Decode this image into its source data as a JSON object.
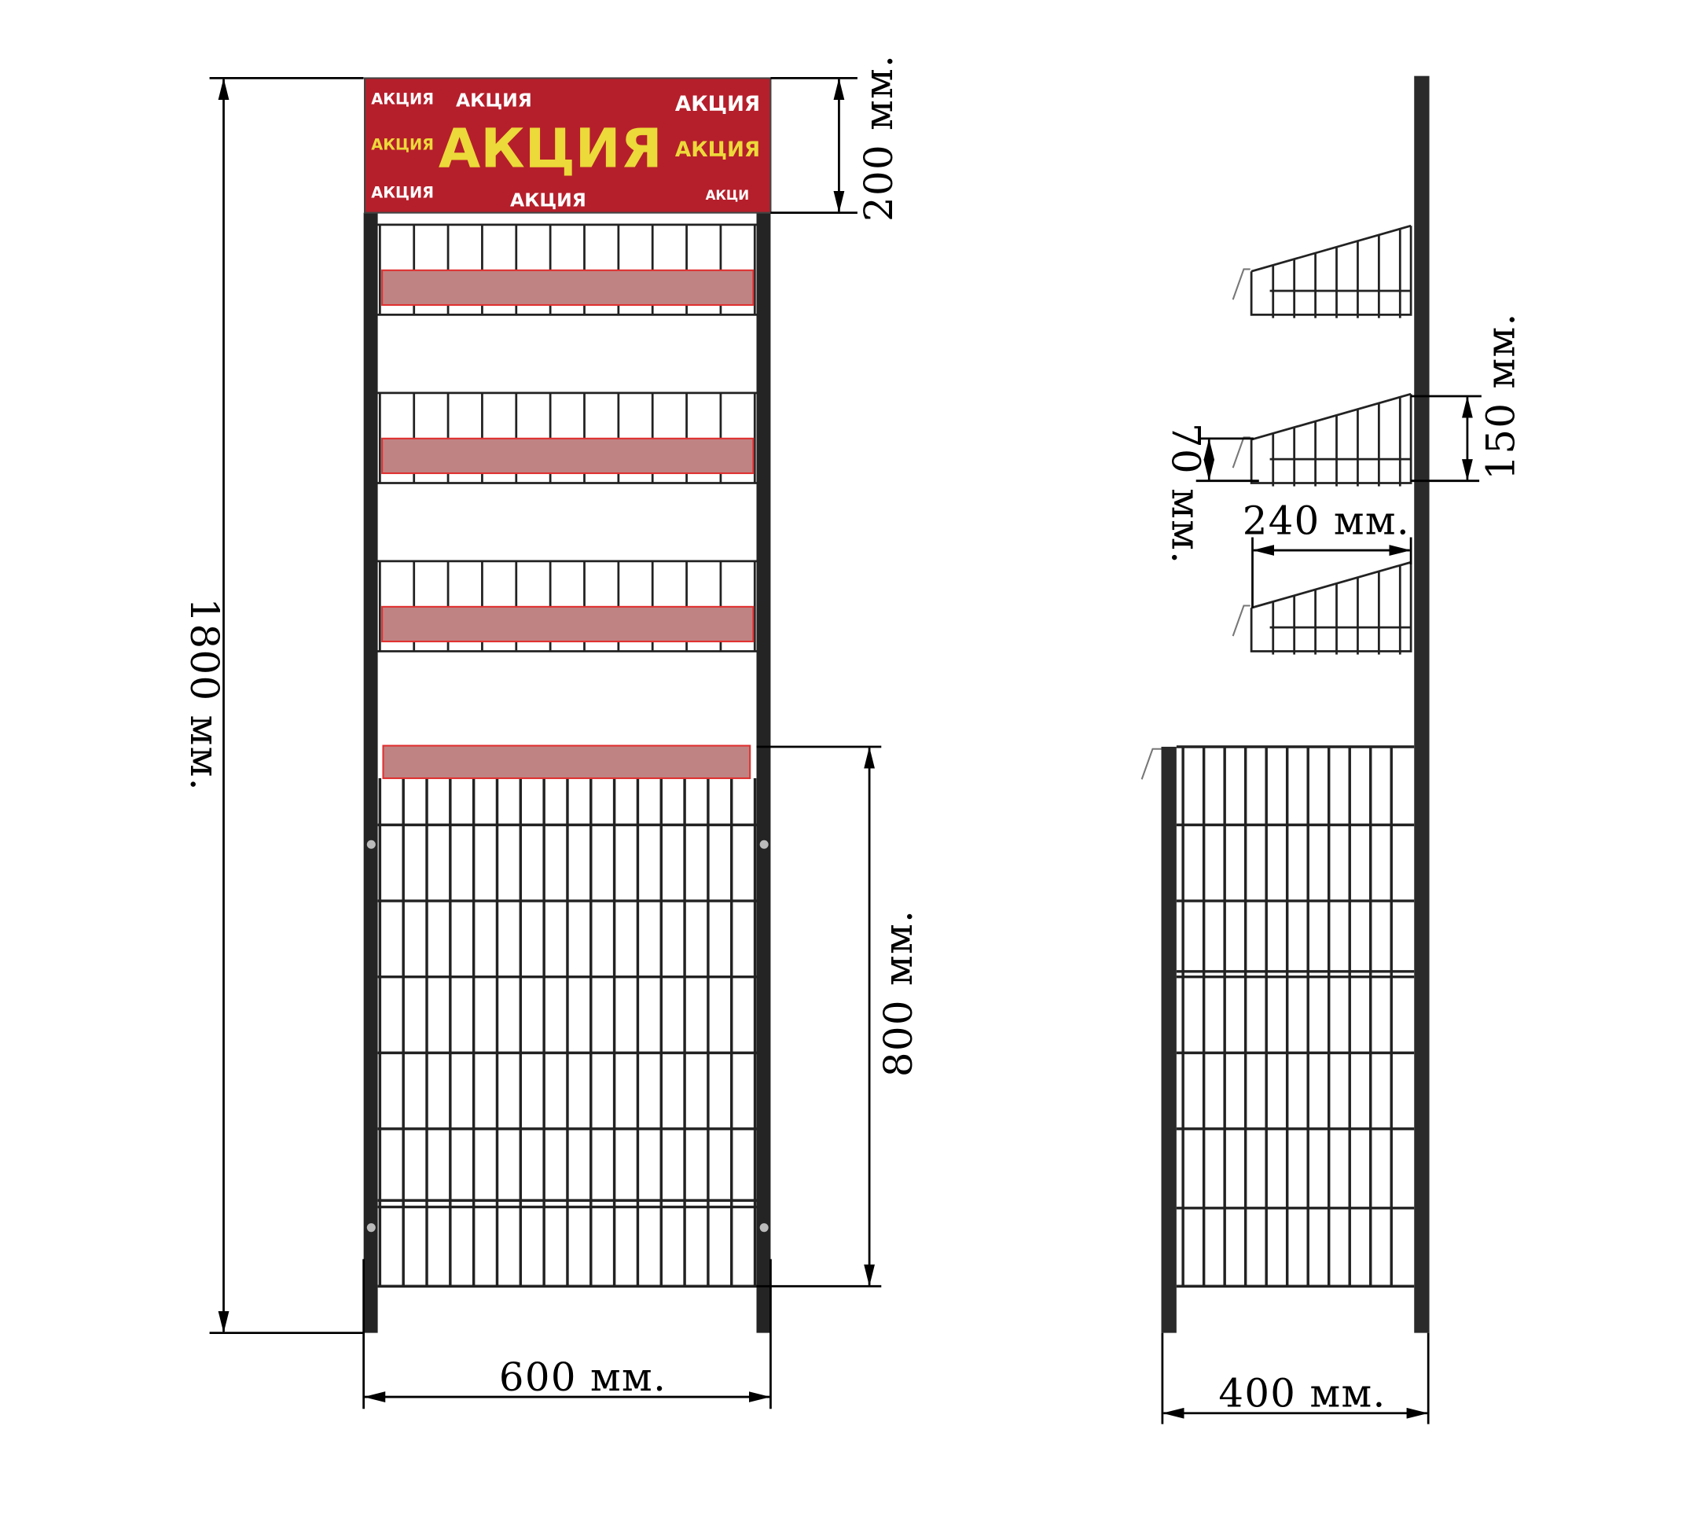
{
  "banner": {
    "word": "АКЦИЯ",
    "partial": "АКЦИ",
    "background_color": "#b51f2b",
    "primary_text_color": "#ecd93a",
    "secondary_text_color": "#ffffff"
  },
  "colors": {
    "frame": "#2a2a2a",
    "price_strip": "#c08383",
    "price_strip_border": "#e03030"
  },
  "front_view": {
    "shelf_count": 3,
    "height_label": "1800 мм.",
    "banner_height_label": "200 мм.",
    "lower_section_label": "800 мм.",
    "width_label": "600 мм."
  },
  "side_view": {
    "basket_count": 3,
    "basket_front_label": "70 мм.",
    "basket_back_label": "150 мм.",
    "basket_depth_label": "240 мм.",
    "depth_label": "400 мм."
  }
}
